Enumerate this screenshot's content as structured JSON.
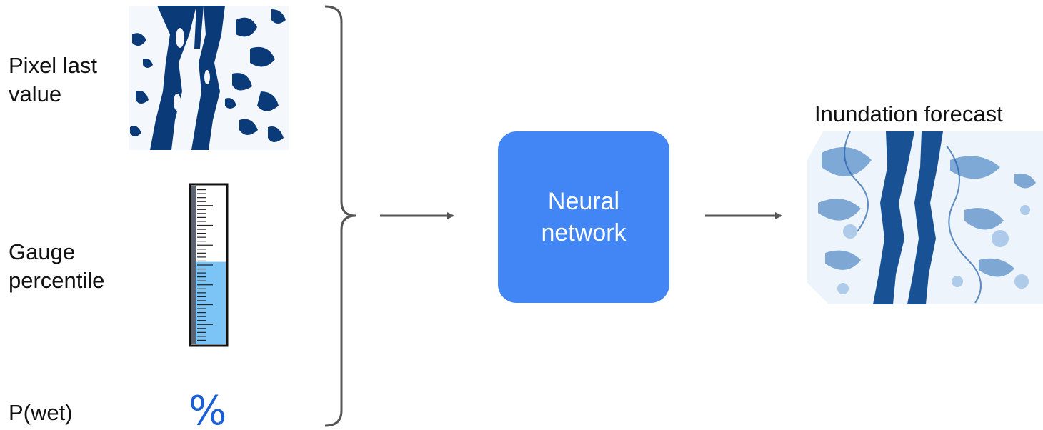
{
  "inputs": {
    "pixel_last_value_label": "Pixel last\nvalue",
    "gauge_percentile_label": "Gauge\npercentile",
    "p_wet_label": "P(wet)",
    "p_wet_symbol": "%",
    "gauge_level_fraction": 0.52
  },
  "model": {
    "label": "Neural\nnetwork"
  },
  "output": {
    "label": "Inundation forecast"
  },
  "colors": {
    "nn_box": "#4285f4",
    "percent_symbol": "#1a5fd6",
    "gauge_water": "#7cc4f5",
    "map_dark": "#0b3a78",
    "map_light": "#f4f8fd",
    "connector": "#555555"
  }
}
